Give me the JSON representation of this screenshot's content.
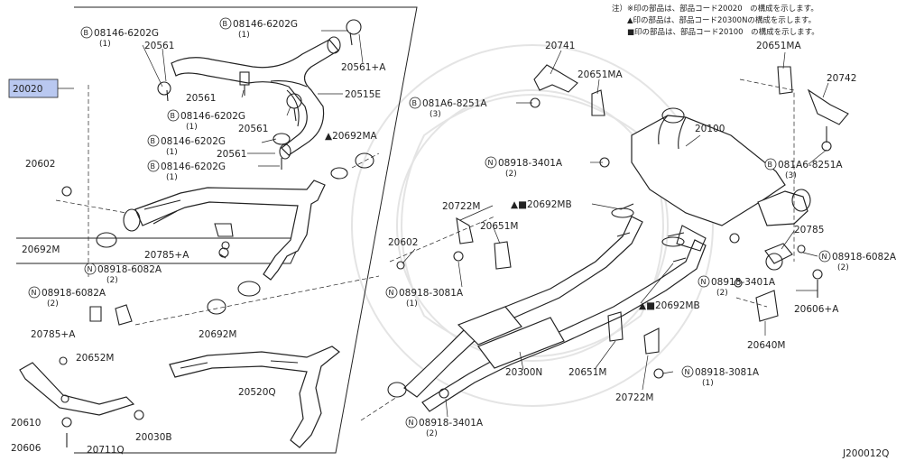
{
  "notes": [
    "注）※印の部品は、部品コード20020　の構成を示します。",
    "　　▲印の部品は、部品コード20300Nの構成を示します。",
    "　　■印の部品は、部品コード20100　の構成を示します。"
  ],
  "diagram_code": "J200012Q",
  "highlight": "20020",
  "parts": {
    "p08146_1": "08146-6202G",
    "p08146_1_q": "(1)",
    "p20561_a": "20561",
    "p08146_2": "08146-6202G",
    "p08146_2_q": "(1)",
    "p20561A_top": "20561+A",
    "p20561_b": "20561",
    "p20515E": "20515E",
    "p08146_3": "08146-6202G",
    "p08146_3_q": "(1)",
    "p20561_c": "20561",
    "p08146_4": "08146-6202G",
    "p08146_4_q": "(1)",
    "p20561_d": "20561",
    "p08146_5": "08146-6202G",
    "p08146_5_q": "(1)",
    "p20692MA_l": "▲20692MA",
    "p20602_l": "20602",
    "p20692M_a": "20692M",
    "p20785A_a": "20785+A",
    "p08918_6082A_a": "08918-6082A",
    "p08918_6082A_a_q": "(2)",
    "p08918_6082A_b": "08918-6082A",
    "p08918_6082A_b_q": "(2)",
    "p20785A_b": "20785+A",
    "p20692M_b": "20692M",
    "p20652M": "20652M",
    "p20520Q": "20520Q",
    "p20610": "20610",
    "p20030B": "20030B",
    "p20606": "20606",
    "p20711Q": "20711Q",
    "p20741": "20741",
    "p20651MA_a": "20651MA",
    "p081A6_a": "081A6-8251A",
    "p081A6_a_q": "(3)",
    "p20651MA_b": "20651MA",
    "p20742": "20742",
    "p20100": "20100",
    "p08918_3401A_a": "08918-3401A",
    "p08918_3401A_a_q": "(2)",
    "p081A6_b": "081A6-8251A",
    "p081A6_b_q": "(3)",
    "p20722M_a": "20722M",
    "p20692MB_a": "▲■20692MB",
    "p20651M_a": "20651M",
    "p20785": "20785",
    "p20602_r": "20602",
    "p08918_6082A_c": "08918-6082A",
    "p08918_6082A_c_q": "(2)",
    "p08918_3081A_a": "08918-3081A",
    "p08918_3081A_a_q": "(1)",
    "p08918_3401A_b": "08918-3401A",
    "p08918_3401A_b_q": "(2)",
    "p20606A": "20606+A",
    "p20692MB_b": "▲■20692MB",
    "p20640M": "20640M",
    "p20300N": "20300N",
    "p20651M_b": "20651M",
    "p08918_3081A_b": "08918-3081A",
    "p08918_3081A_b_q": "(1)",
    "p20722M_b": "20722M",
    "p08918_3401A_c": "08918-3401A",
    "p08918_3401A_c_q": "(2)"
  },
  "prefix": {
    "B": "B",
    "N": "N"
  }
}
